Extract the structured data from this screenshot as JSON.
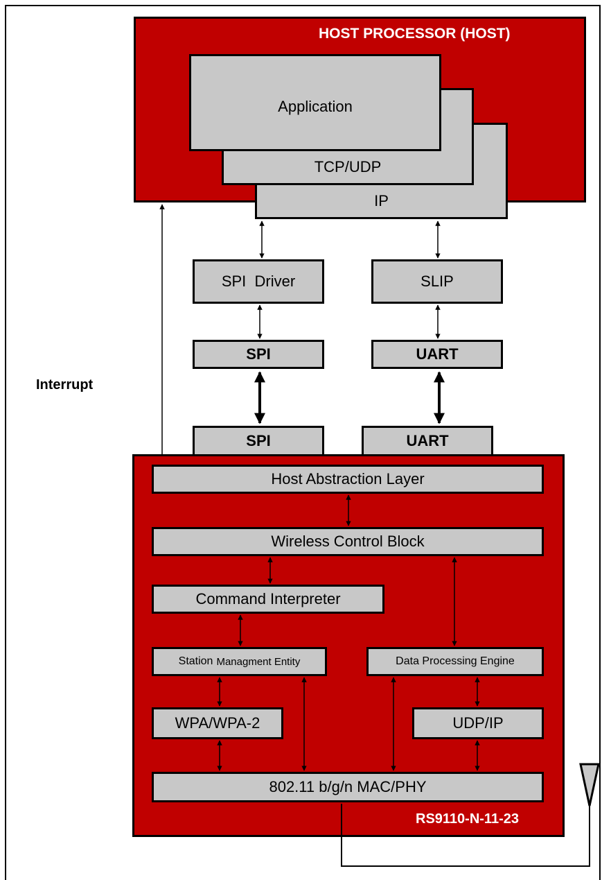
{
  "host": {
    "title": "HOST PROCESSOR (HOST)",
    "application": "Application",
    "tcp_udp": "TCP/UDP",
    "ip": "IP",
    "spi_driver": "SPI  Driver",
    "slip": "SLIP"
  },
  "host_ports": {
    "spi": "SPI",
    "uart": "UART"
  },
  "interrupt_label": "Interrupt",
  "module_ports": {
    "spi": "SPI",
    "uart": "UART"
  },
  "module": {
    "title": "RS9110-N-11-23",
    "host_abstraction_layer": "Host Abstraction Layer",
    "wireless_control_block": "Wireless Control Block",
    "command_interpreter": "Command Interpreter",
    "station_management_entity_a": "Station",
    "station_management_entity_b": "Managment Entity",
    "data_processing_engine": "Data Processing Engine",
    "wpa": "WPA/WPA-2",
    "udp_ip": "UDP/IP",
    "mac_phy": "802.11 b/g/n MAC/PHY"
  },
  "colors": {
    "processor_fill": "#c00000",
    "block_fill": "#c8c8c8",
    "outline": "#000000",
    "title_text": "#ffffff"
  }
}
